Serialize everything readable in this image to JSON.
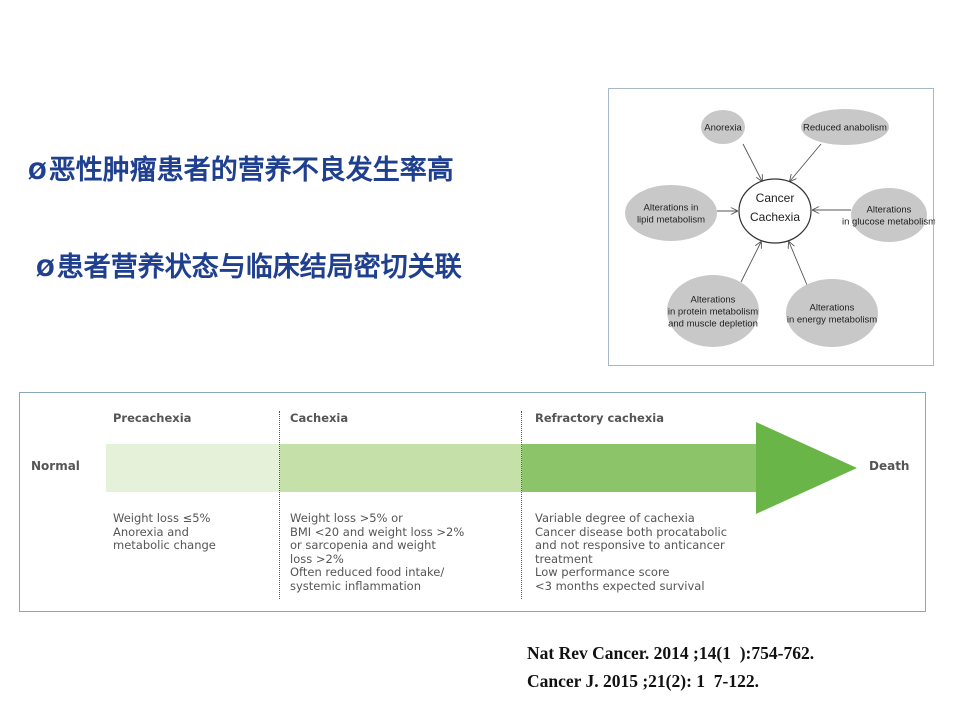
{
  "bullets": {
    "mark": "Ø",
    "item1": "恶性肿瘤患者的营养不良发生率高",
    "item2": "患者营养状态与临床结局密切关联"
  },
  "cachexia_diagram": {
    "center": [
      "Cancer",
      "Cachexia"
    ],
    "nodes": [
      {
        "lines": [
          "Anorexia"
        ]
      },
      {
        "lines": [
          "Reduced anabolism"
        ]
      },
      {
        "lines": [
          "Alterations",
          "in glucose metabolism"
        ]
      },
      {
        "lines": [
          "Alterations",
          "in energy metabolism"
        ]
      },
      {
        "lines": [
          "Alterations",
          "in protein metabolism",
          "and muscle depletion"
        ]
      },
      {
        "lines": [
          "Alterations in",
          "lipid metabolism"
        ]
      }
    ]
  },
  "stages": {
    "start_label": "Normal",
    "end_label": "Death",
    "titles": [
      "Precachexia",
      "Cachexia",
      "Refractory cachexia"
    ],
    "precachexia_lines": [
      "Weight loss ≤5%",
      "Anorexia and",
      "metabolic change"
    ],
    "cachexia_lines": [
      "Weight loss >5% or",
      "BMI <20 and weight loss >2%",
      "or sarcopenia and weight",
      "loss >2%",
      "Often reduced food intake/",
      "systemic inflammation"
    ],
    "refractory_lines": [
      "Variable degree of cachexia",
      "Cancer disease both procatabolic",
      "and not responsive to anticancer",
      "treatment",
      "Low performance score",
      "<3 months expected survival"
    ]
  },
  "references": {
    "ref1": "Nat Rev Cancer. 2014 ;14(1  ):754-762.",
    "ref2": "Cancer J. 2015 ;21(2): 1  7-122."
  },
  "colors": {
    "bullet_text": "#1f3f8f",
    "arrow_light": "#e6f1d9",
    "arrow_mid": "#c5e0a8",
    "arrow_dark": "#8cc46a",
    "arrow_head": "#6ab547",
    "bubble": "#c8c8c8"
  }
}
